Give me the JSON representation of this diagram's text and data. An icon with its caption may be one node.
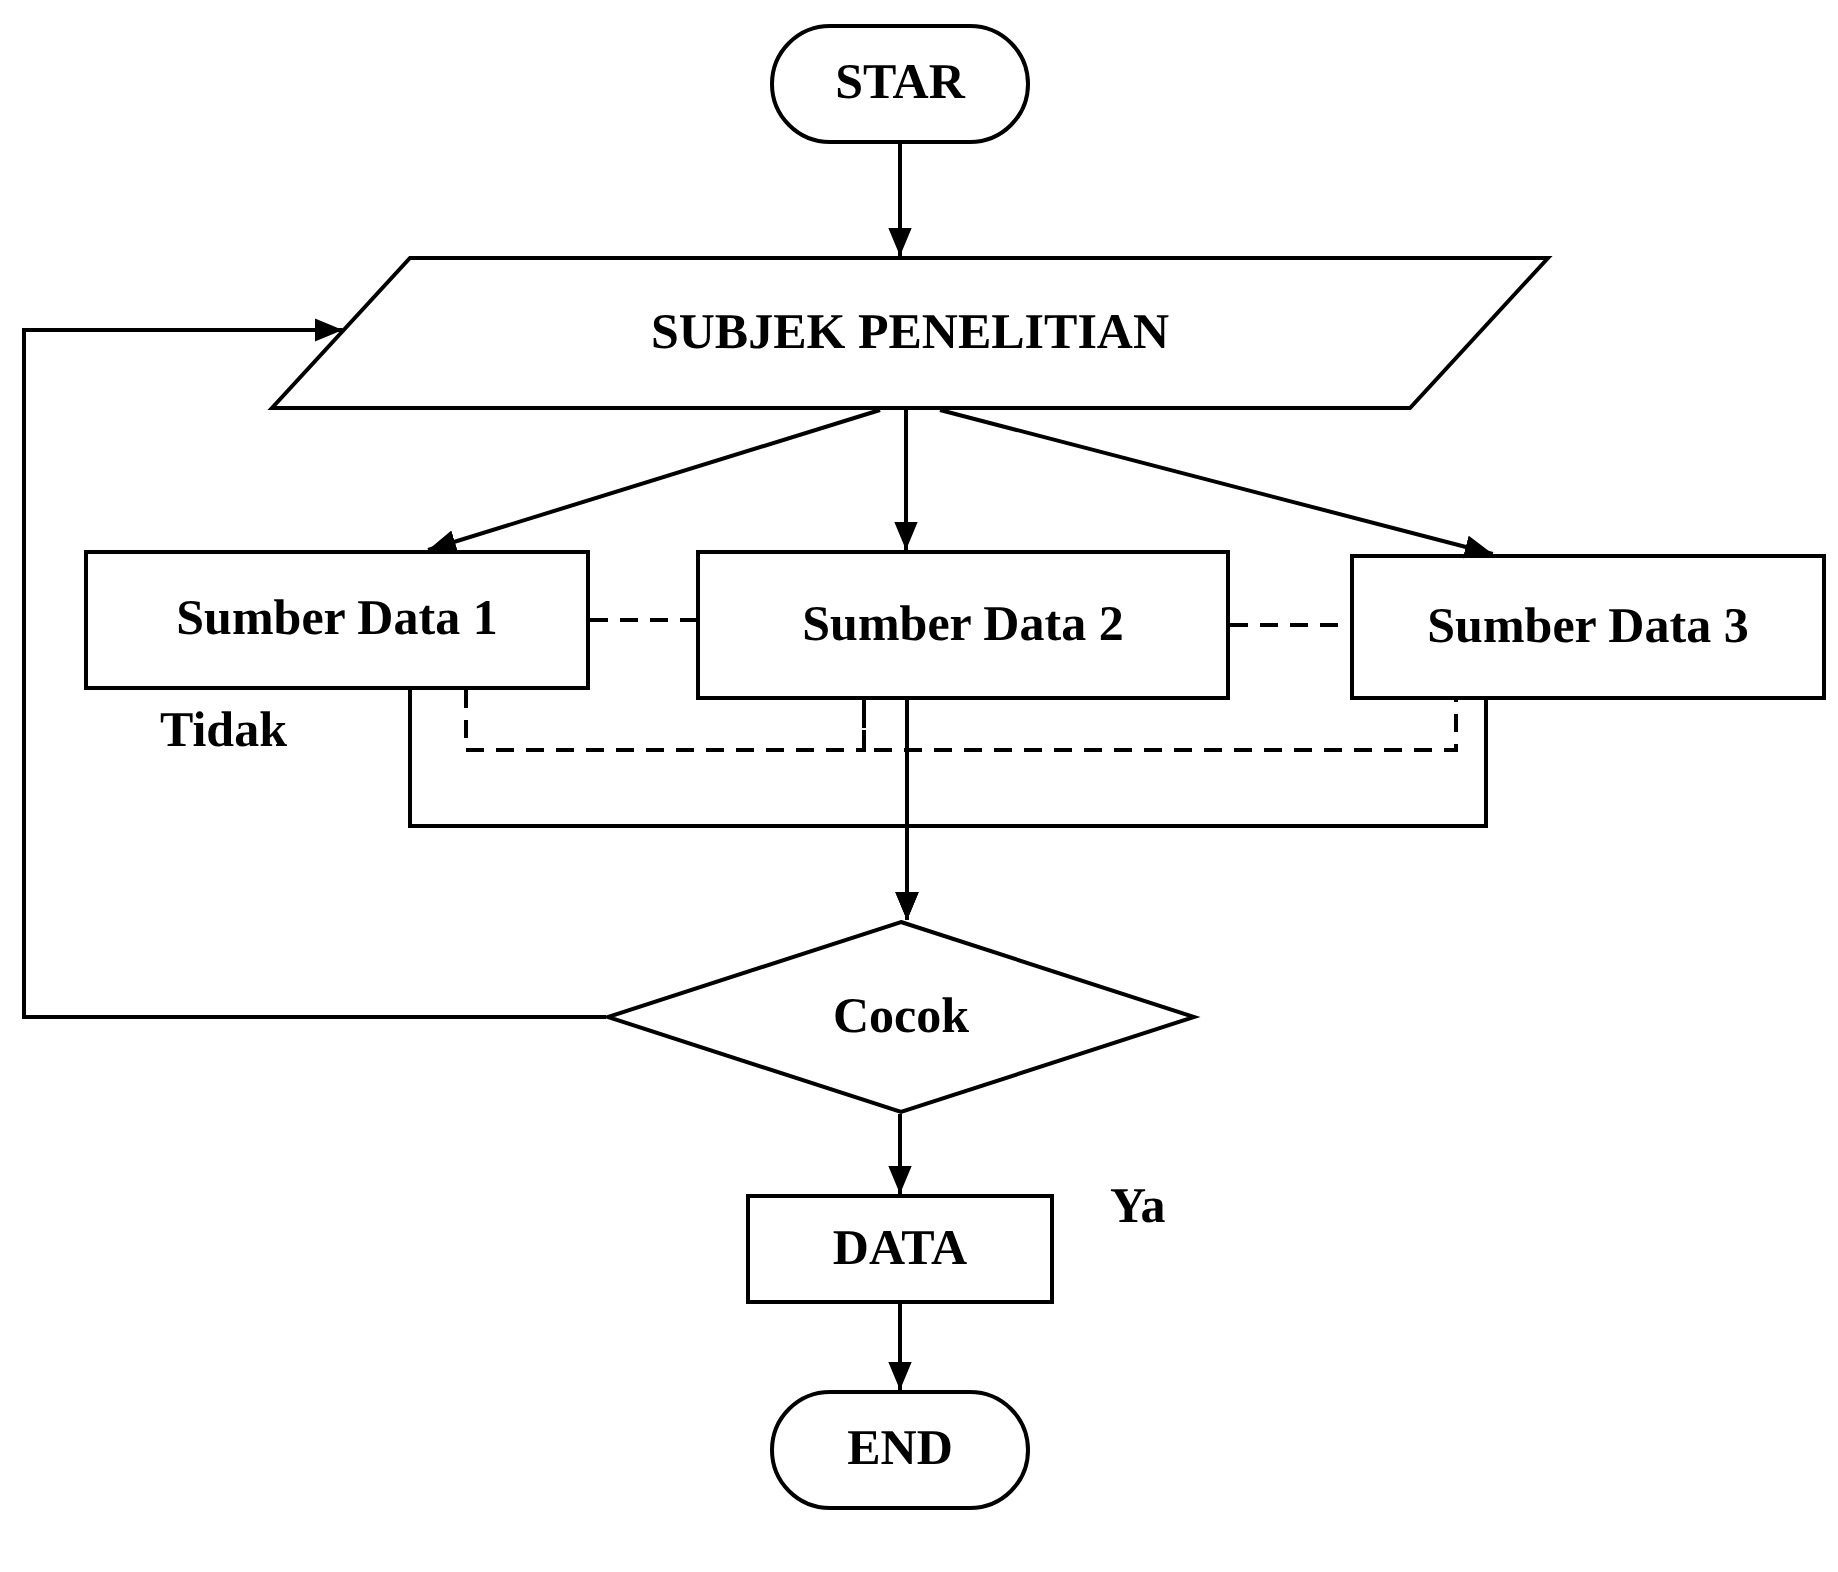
{
  "diagram": {
    "nodes": [
      {
        "text": [
          "STAR"
        ]
      },
      {
        "text": [
          "SUBJEK PENELITIAN"
        ]
      },
      {
        "text": [
          "Sumber Data 1"
        ]
      },
      {
        "text": [
          "Sumber Data 2"
        ]
      },
      {
        "text": [
          "Sumber Data 3"
        ]
      },
      {
        "text": [
          "Cocok"
        ]
      },
      {
        "text": [
          "DATA"
        ]
      },
      {
        "text": [
          "END"
        ]
      }
    ],
    "edges": [
      {
        "from": 0,
        "to": 1,
        "arrow": "to"
      },
      {
        "from": 1,
        "to": 2,
        "arrow": "to"
      },
      {
        "from": 1,
        "to": 3,
        "arrow": "to"
      },
      {
        "from": 1,
        "to": 4,
        "arrow": "to"
      },
      {
        "from": 2,
        "to": 3,
        "arrow": "none",
        "style": "dashed"
      },
      {
        "from": 3,
        "to": 4,
        "arrow": "none",
        "style": "dashed"
      },
      {
        "from": 2,
        "to": 3,
        "arrow": "none",
        "style": "dashed"
      },
      {
        "from": 3,
        "to": 4,
        "arrow": "none",
        "style": "dashed"
      },
      {
        "from": 2,
        "to": 5,
        "arrow": "to"
      },
      {
        "from": 3,
        "to": 5,
        "arrow": "to"
      },
      {
        "from": 4,
        "to": 5,
        "arrow": "to"
      },
      {
        "from": 5,
        "to": 1,
        "arrow": "to",
        "label": "Tidak"
      },
      {
        "from": 5,
        "to": 6,
        "arrow": "to",
        "label": "Ya"
      },
      {
        "from": 6,
        "to": 7,
        "arrow": "to"
      }
    ]
  }
}
